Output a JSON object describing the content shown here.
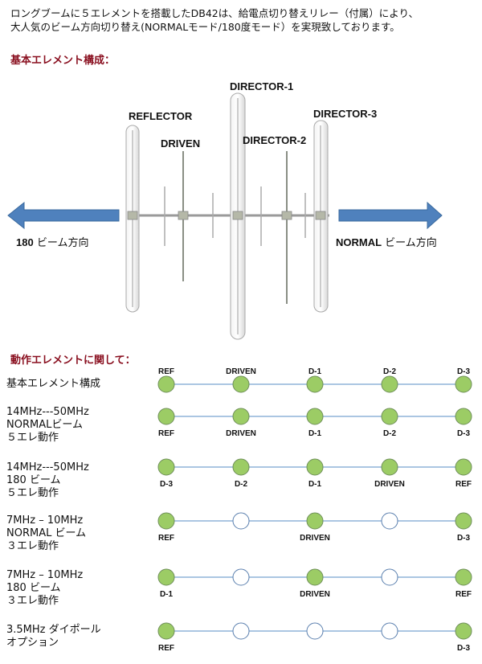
{
  "intro": {
    "line1": "ロングブームに５エレメントを搭載したDB42は、給電点切り替えリレー（付属）により、",
    "line2": "大人気のビーム方向切り替え(NORMALモード/180度モード）を実現致しております。"
  },
  "basic_title": "基本エレメント構成：",
  "antenna": {
    "labels": {
      "reflector": "REFLECTOR",
      "driven": "DRIVEN",
      "director1": "DIRECTOR-1",
      "director2": "DIRECTOR-2",
      "director3": "DIRECTOR-3"
    },
    "left_direction": {
      "strong": "180",
      "text": " ビーム方向"
    },
    "right_direction": {
      "strong": "NORMAL",
      "text": " ビーム方向"
    }
  },
  "operation_title": "動作エレメントに関して：",
  "colors": {
    "active": "#9ccc65",
    "inactive": "#ffffff",
    "line": "#8fb3d9",
    "arrow": "#4f81bd",
    "title": "#8a1020"
  },
  "rows": [
    {
      "label": [
        "基本エレメント構成"
      ],
      "active": [
        true,
        true,
        true,
        true,
        true
      ],
      "labels": [
        "REF",
        "DRIVEN",
        "D-1",
        "D-2",
        "D-3"
      ],
      "label_pos": "above"
    },
    {
      "label": [
        "14MHz---50MHz",
        "NORMALビーム",
        "５エレ動作"
      ],
      "active": [
        true,
        true,
        true,
        true,
        true
      ],
      "labels": [
        "REF",
        "DRIVEN",
        "D-1",
        "D-2",
        "D-3"
      ],
      "label_pos": "below"
    },
    {
      "label": [
        "14MHz---50MHz",
        "180 ビーム",
        "５エレ動作"
      ],
      "active": [
        true,
        true,
        true,
        true,
        true
      ],
      "labels": [
        "D-3",
        "D-2",
        "D-1",
        "DRIVEN",
        "REF"
      ],
      "label_pos": "below"
    },
    {
      "label": [
        "7MHz – 10MHz",
        "NORMAL ビーム",
        "３エレ動作"
      ],
      "active": [
        true,
        false,
        true,
        false,
        true
      ],
      "labels": [
        "REF",
        "",
        "DRIVEN",
        "",
        "D-3"
      ],
      "label_pos": "below"
    },
    {
      "label": [
        "7MHz – 10MHz",
        "180 ビーム",
        "３エレ動作"
      ],
      "active": [
        true,
        false,
        true,
        false,
        true
      ],
      "labels": [
        "D-1",
        "",
        "DRIVEN",
        "",
        "REF"
      ],
      "label_pos": "below"
    },
    {
      "label": [
        "3.5MHz ダイポール",
        "オプション"
      ],
      "active": [
        true,
        false,
        false,
        false,
        true
      ],
      "labels": [
        "REF",
        "",
        "",
        "",
        "D-3"
      ],
      "label_pos": "below"
    }
  ]
}
